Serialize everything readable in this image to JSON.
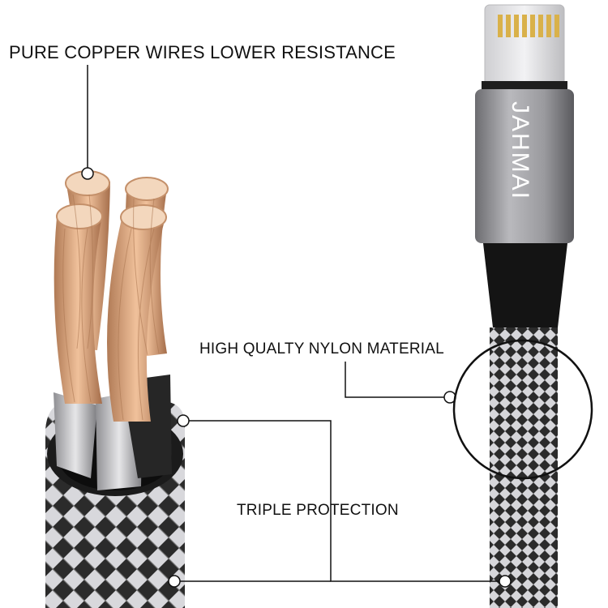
{
  "labels": {
    "copper": "PURE COPPER WIRES LOWER RESISTANCE",
    "nylon": "HIGH QUALTY NYLON MATERIAL",
    "triple": "TRIPLE PROTECTION"
  },
  "brand": "JAHMAI",
  "colors": {
    "background": "#ffffff",
    "callout_line": "#111111",
    "connector_housing": "#9a9a9e",
    "braid_dark": "#2b2b2b",
    "braid_light": "#d8d8dc",
    "copper": "#e9b48a"
  }
}
